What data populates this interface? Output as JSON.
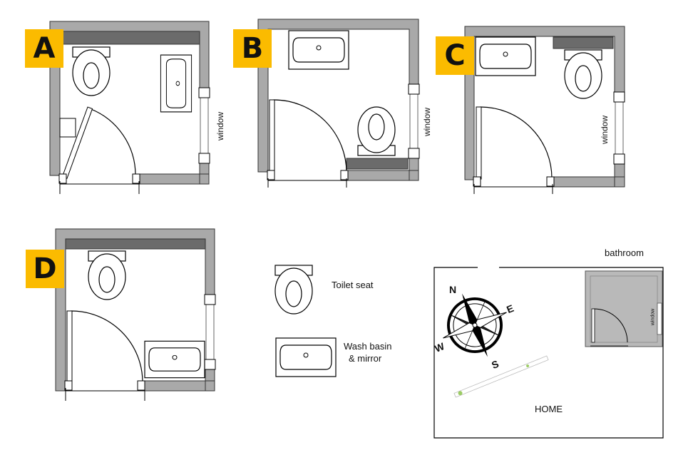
{
  "plans": [
    {
      "id": "A",
      "window_label": "window"
    },
    {
      "id": "B",
      "window_label": "window"
    },
    {
      "id": "C",
      "window_label": "window"
    },
    {
      "id": "D"
    }
  ],
  "legend": {
    "toilet_label": "Toilet seat",
    "basin_label_line1": "Wash basin",
    "basin_label_line2": "& mirror"
  },
  "site_map": {
    "bathroom_label": "bathroom",
    "home_label": "HOME",
    "window_label": "window",
    "compass": {
      "north": "N",
      "east": "E",
      "south": "S",
      "west": "W"
    }
  },
  "colors": {
    "wall": "#a9a9a9",
    "counter": "#6b6b6b",
    "badge": "#fbbb00",
    "bathroom_fill": "#b9b9b9"
  }
}
